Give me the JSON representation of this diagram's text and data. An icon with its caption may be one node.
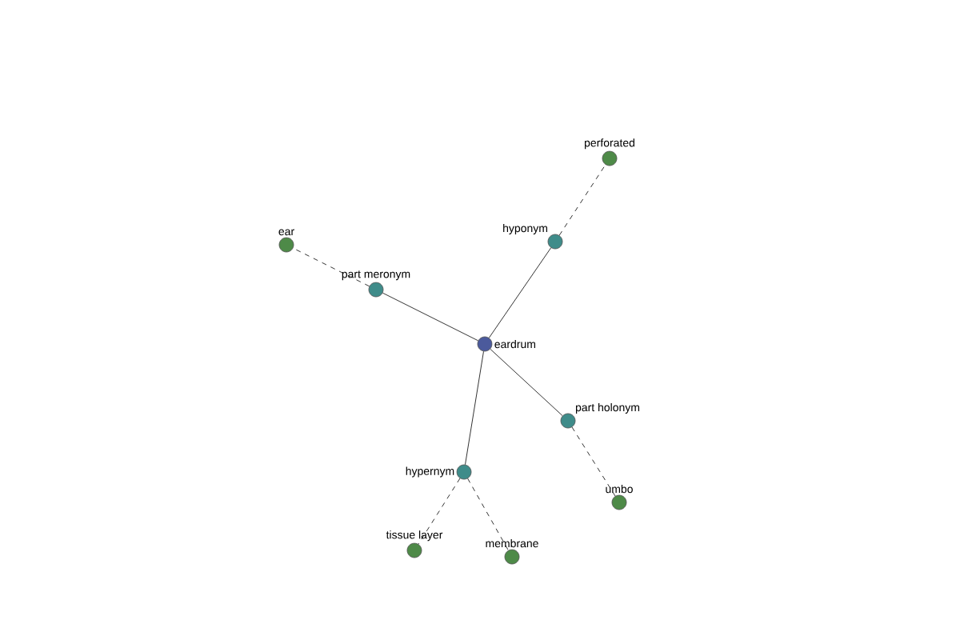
{
  "diagram": {
    "nodes": [
      {
        "text": [
          "eardrum"
        ]
      },
      {
        "text": [
          "hyponym"
        ]
      },
      {
        "text": [
          "perforated"
        ]
      },
      {
        "text": [
          "part meronym"
        ]
      },
      {
        "text": [
          "ear"
        ]
      },
      {
        "text": [
          "part holonym"
        ]
      },
      {
        "text": [
          "umbo"
        ]
      },
      {
        "text": [
          "hypernym"
        ]
      },
      {
        "text": [
          "tissue layer"
        ]
      },
      {
        "text": [
          "membrane"
        ]
      }
    ],
    "edges": [
      {
        "from": 0,
        "to": 1,
        "arrow": "none"
      },
      {
        "from": 1,
        "to": 2,
        "arrow": "none",
        "style": "dashed"
      },
      {
        "from": 0,
        "to": 3,
        "arrow": "none"
      },
      {
        "from": 3,
        "to": 4,
        "arrow": "none",
        "style": "dashed"
      },
      {
        "from": 0,
        "to": 5,
        "arrow": "none"
      },
      {
        "from": 5,
        "to": 6,
        "arrow": "none",
        "style": "dashed"
      },
      {
        "from": 0,
        "to": 7,
        "arrow": "none"
      },
      {
        "from": 7,
        "to": 8,
        "arrow": "none",
        "style": "dashed"
      },
      {
        "from": 7,
        "to": 9,
        "arrow": "none",
        "style": "dashed"
      }
    ]
  }
}
